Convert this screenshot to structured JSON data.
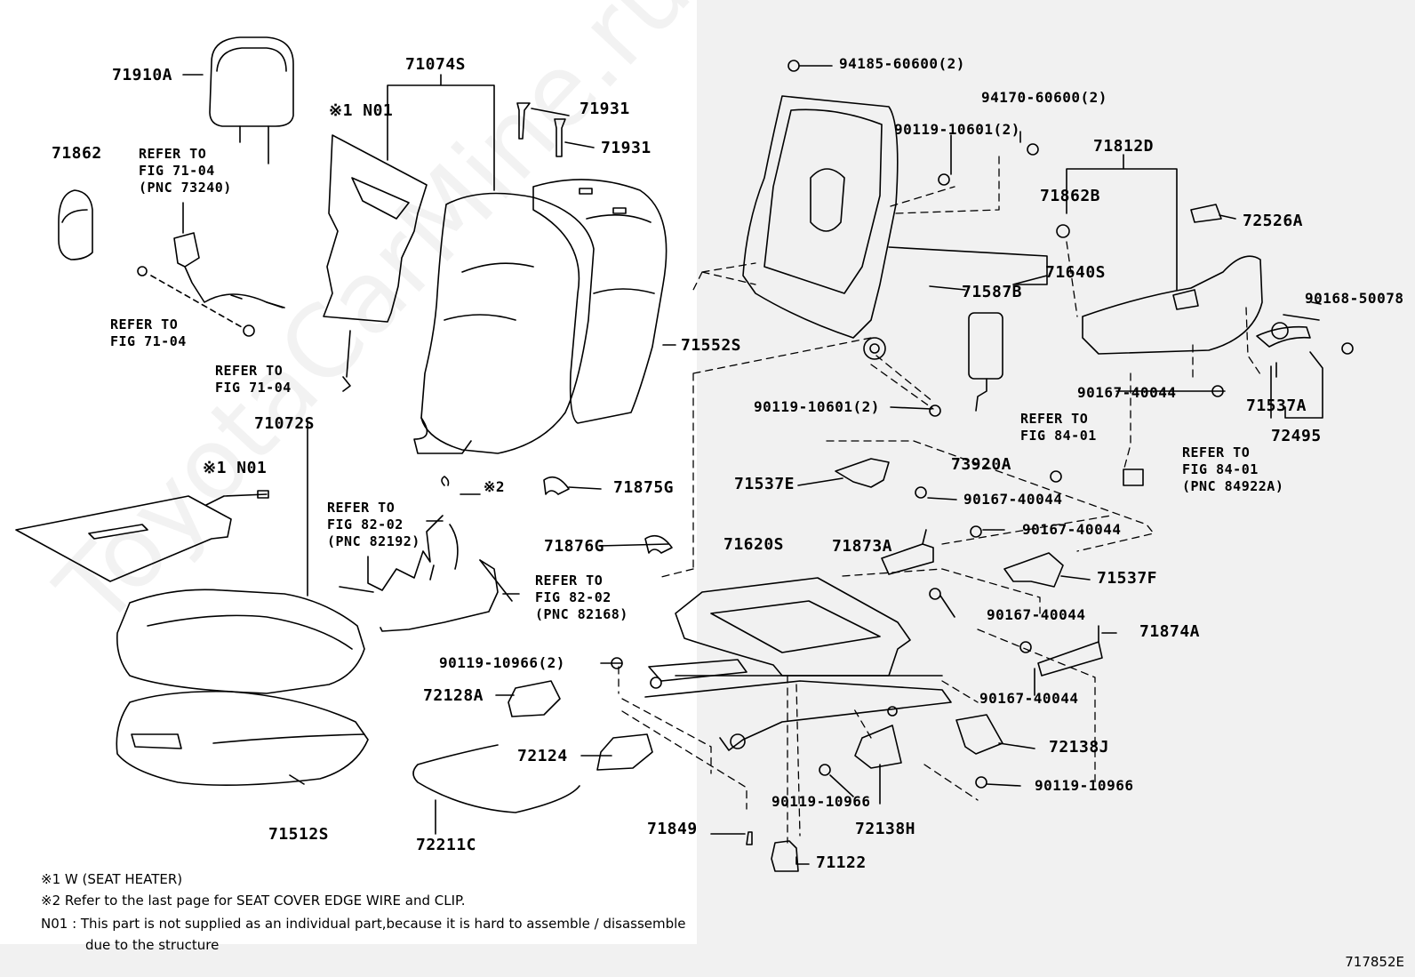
{
  "watermark": "ToyotaCarMine.ru",
  "figure_id": "717852E",
  "colors": {
    "line": "#000000",
    "panel": "#f1f1f1",
    "background": "#ffffff"
  },
  "labels": {
    "p71910A": "71910A",
    "p71074S": "71074S",
    "n01_top": "※1 N01",
    "p71931a": "71931",
    "p71931b": "71931",
    "p71862": "71862",
    "p71552S": "71552S",
    "p71072S": "71072S",
    "n01_bottom": "※1 N01",
    "note2_mark": "※2",
    "p71875G": "71875G",
    "p71876G": "71876G",
    "p90119_10966_2": "90119-10966(2)",
    "p72128A": "72128A",
    "p72124": "72124",
    "p71512S": "71512S",
    "p72211C": "72211C",
    "p71849": "71849",
    "p71122": "71122",
    "p94185": "94185-60600(2)",
    "p94170": "94170-60600(2)",
    "p90119_10601_2a": "90119-10601(2)",
    "p71812D": "71812D",
    "p71862B": "71862B",
    "p72526A": "72526A",
    "p71640S": "71640S",
    "p71587B": "71587B",
    "p90168": "90168-50078",
    "p90119_10601_2b": "90119-10601(2)",
    "p90167_a": "90167-40044",
    "p71537A": "71537A",
    "p72495": "72495",
    "p73920A": "73920A",
    "p71537E": "71537E",
    "p90167_b": "90167-40044",
    "p90167_c": "90167-40044",
    "p71620S": "71620S",
    "p71873A": "71873A",
    "p71537F": "71537F",
    "p90167_d": "90167-40044",
    "p71874A": "71874A",
    "p90167_e": "90167-40044",
    "p72138J": "72138J",
    "p90119_10966": "90119-10966",
    "p90119_10966b": "90119-10966",
    "p72138H": "72138H"
  },
  "refs": {
    "r1": [
      "REFER TO",
      "FIG 71-04",
      "(PNC 73240)"
    ],
    "r2": [
      "REFER TO",
      "FIG 71-04"
    ],
    "r3": [
      "REFER TO",
      "FIG 71-04"
    ],
    "r4": [
      "REFER TO",
      "FIG 82-02",
      "(PNC 82192)"
    ],
    "r5": [
      "REFER TO",
      "FIG 82-02",
      "(PNC 82168)"
    ],
    "r6": [
      "REFER TO",
      "FIG 84-01"
    ],
    "r7": [
      "REFER TO",
      "FIG 84-01",
      "(PNC 84922A)"
    ]
  },
  "notes": {
    "n1": "※1  W (SEAT  HEATER)",
    "n2": "※2  Refer to the last page for SEAT COVER EDGE WIRE and CLIP.",
    "n3": "N01 : This part is not supplied as an individual part,because it is hard to assemble / disassemble",
    "n4": "due to the structure"
  }
}
